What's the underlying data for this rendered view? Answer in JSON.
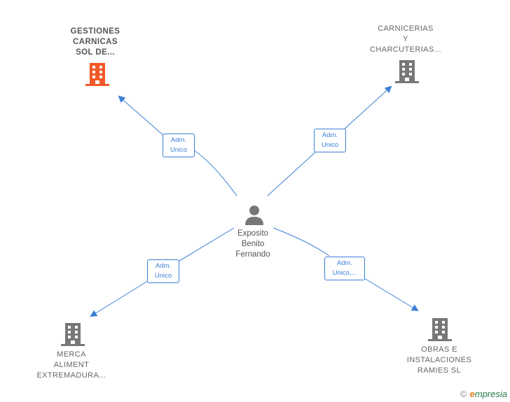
{
  "person": {
    "lines": [
      "Exposito",
      "Benito",
      "Fernando"
    ]
  },
  "companies": [
    {
      "id": "c1",
      "lines": [
        "GESTIONES",
        "CARNICAS",
        "SOL DE..."
      ],
      "color": "#f05a28"
    },
    {
      "id": "c2",
      "lines": [
        "CARNICERIAS",
        "Y",
        "CHARCUTERIAS..."
      ],
      "color": "#777777"
    },
    {
      "id": "c3",
      "lines": [
        "MERCA",
        "ALIMENT",
        "EXTREMADURA..."
      ],
      "color": "#777777"
    },
    {
      "id": "c4",
      "lines": [
        "OBRAS E",
        "INSTALACIONES",
        "RAMIES  SL"
      ],
      "color": "#777777"
    }
  ],
  "edges": [
    {
      "lines": [
        "Adm.",
        "Unico"
      ]
    },
    {
      "lines": [
        "Adm.",
        "Unico"
      ]
    },
    {
      "lines": [
        "Adm.",
        "Unico"
      ]
    },
    {
      "lines": [
        "Adm.",
        "Unico,..."
      ]
    }
  ],
  "colors": {
    "edge": "#3a7fd5",
    "person": "#777777"
  },
  "brand": {
    "copyright": "©",
    "initial": "e",
    "rest": "mpresia"
  }
}
